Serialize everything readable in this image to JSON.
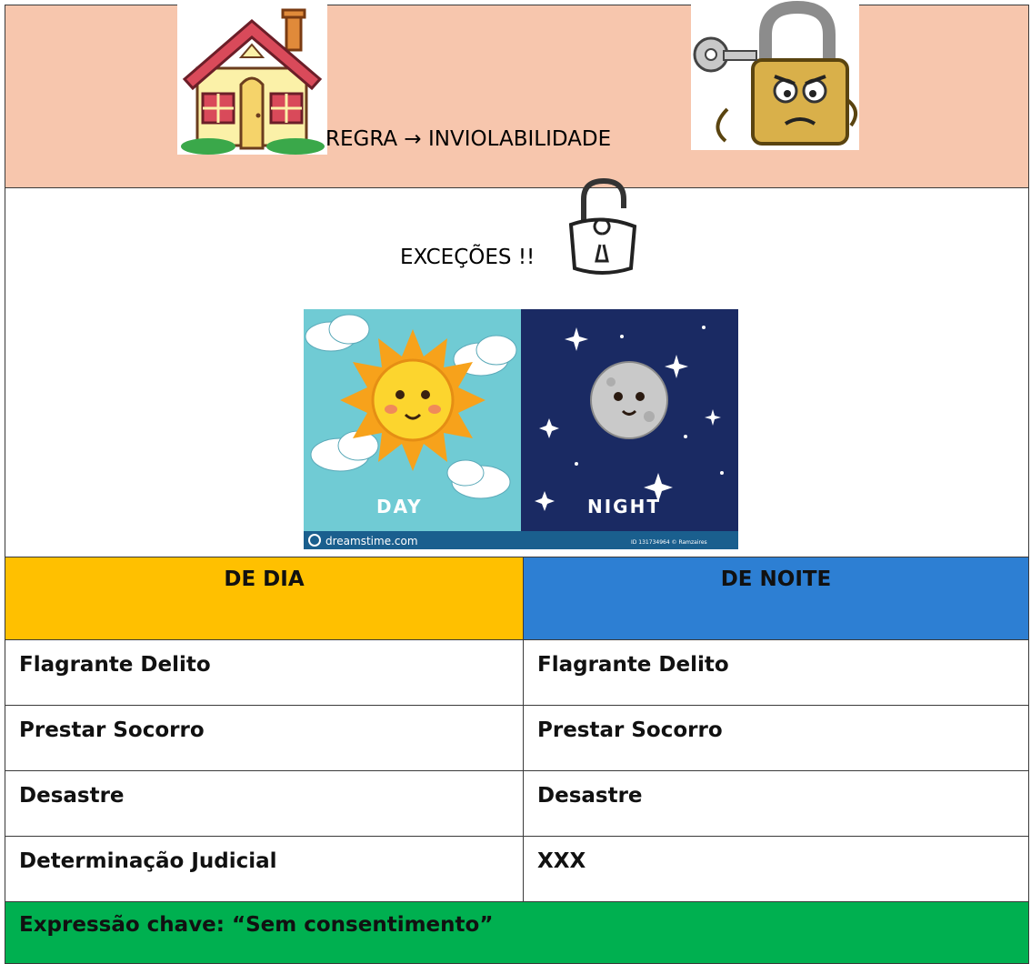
{
  "rule": {
    "text": "REGRA → INVIOLABILIDADE"
  },
  "exceptions": {
    "text": "EXCEÇÕES !!"
  },
  "day_night_image": {
    "day_label": "DAY",
    "night_label": "NIGHT",
    "watermark": "dreamstime.com",
    "id_text": "ID 131734964 © Ramzaires"
  },
  "table": {
    "headers": [
      "DE DIA",
      "DE NOITE"
    ],
    "rows": [
      [
        "Flagrante Delito",
        "Flagrante Delito"
      ],
      [
        "Prestar Socorro",
        "Prestar Socorro"
      ],
      [
        "Desastre",
        "Desastre"
      ],
      [
        "Determinação Judicial",
        "XXX"
      ]
    ]
  },
  "key_expression": "Expressão chave: “Sem consentimento”",
  "colors": {
    "rule_bg": "#f7c6ad",
    "day_header": "#ffc000",
    "night_header": "#2d7fd3",
    "key_bg": "#00b050"
  }
}
